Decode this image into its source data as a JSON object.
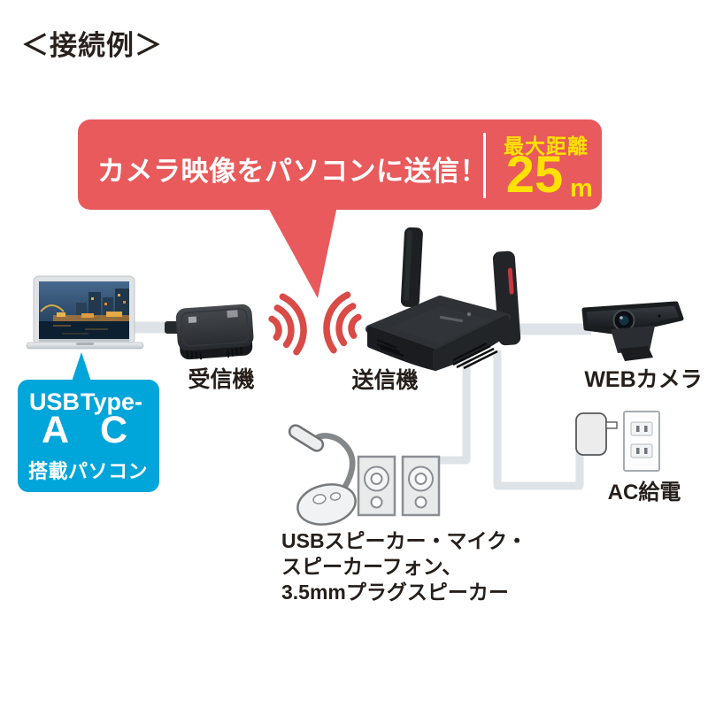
{
  "page": {
    "title": "＜接続例＞"
  },
  "bubble": {
    "message": "カメラ映像をパソコンに送信！",
    "max_distance_label": "最大距離",
    "distance_value": "25",
    "distance_unit": "m"
  },
  "labels": {
    "receiver": "受信機",
    "transmitter": "送信機",
    "webcam": "WEBカメラ",
    "ac_power": "AC給電"
  },
  "usb_box": {
    "row1_left": "USB",
    "row1_right": "Type-",
    "row2_left": "A",
    "row2_right": "C",
    "row3": "搭載パソコン"
  },
  "caption_lines": [
    "USBスピーカー・マイク・",
    "スピーカーフォン、",
    "3.5mmプラグスピーカー"
  ],
  "icons": [
    "laptop-icon",
    "receiver-device-icon",
    "transmitter-device-icon",
    "webcam-icon",
    "wifi-signal-icon",
    "usb-microphone-icon",
    "speakers-icon",
    "ac-adapter-icon",
    "ac-outlet-icon"
  ],
  "colors": {
    "bubble_red": "#e85a5c",
    "wifi_red": "#d94b47",
    "accent_yellow": "#ffe100",
    "usb_cyan": "#00a5da",
    "text_dark": "#251e1a",
    "cable_gray": "#dde3e7",
    "device_black": "#1b1d20"
  }
}
